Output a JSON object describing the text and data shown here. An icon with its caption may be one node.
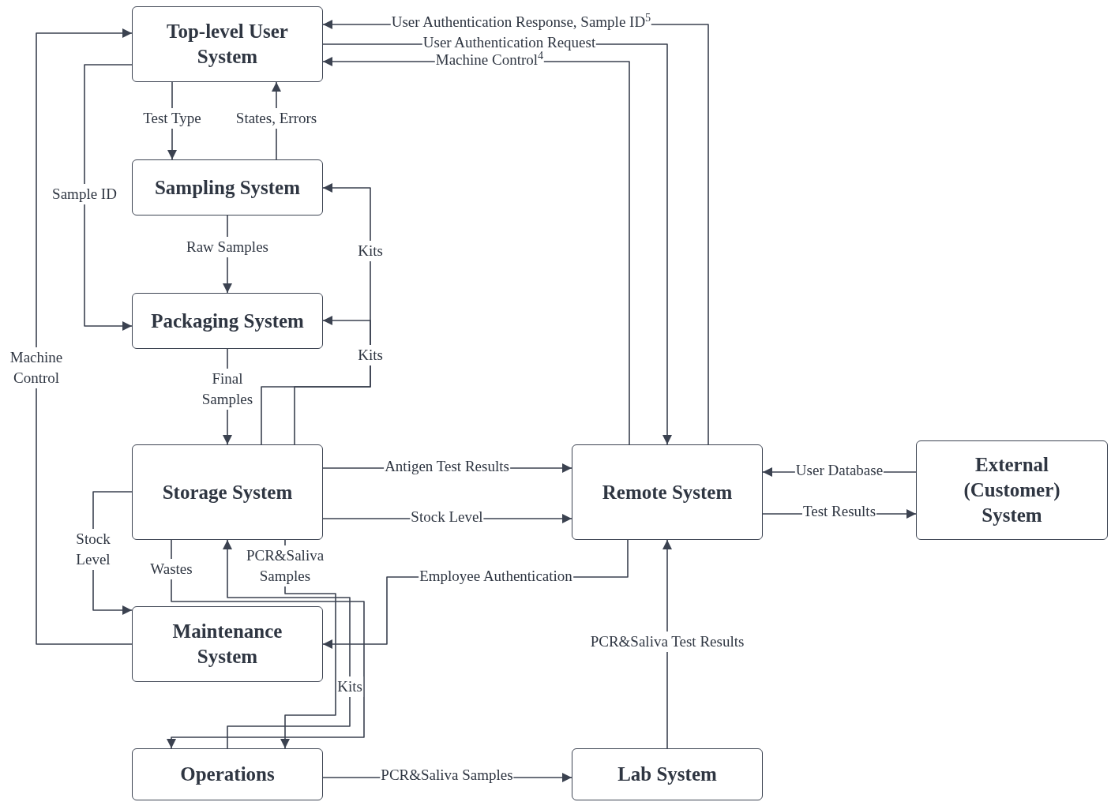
{
  "diagram": {
    "nodes": [
      {
        "text": [
          "Top-level User System"
        ]
      },
      {
        "text": [
          "Sampling System"
        ]
      },
      {
        "text": [
          "Packaging System"
        ]
      },
      {
        "text": [
          "Storage System"
        ]
      },
      {
        "text": [
          "Maintenance System"
        ]
      },
      {
        "text": [
          "Operations"
        ]
      },
      {
        "text": [
          "Remote System"
        ]
      },
      {
        "text": [
          "External (Customer) System"
        ]
      },
      {
        "text": [
          "Lab System"
        ]
      }
    ],
    "edges": [
      {
        "from": 6,
        "to": 0,
        "arrow": "to",
        "label": "User Authentication Response, Sample ID$^{5}$"
      },
      {
        "from": 0,
        "to": 6,
        "arrow": "to",
        "label": "User Authentication Request"
      },
      {
        "from": 6,
        "to": 0,
        "arrow": "to",
        "label": "Machine Control$^{4}$"
      },
      {
        "from": 0,
        "to": 1,
        "arrow": "to",
        "label": "Test Type"
      },
      {
        "from": 1,
        "to": 0,
        "arrow": "to",
        "label": "States, Errors"
      },
      {
        "from": 0,
        "to": 2,
        "arrow": "to",
        "label": "Sample ID"
      },
      {
        "from": 4,
        "to": 0,
        "arrow": "to",
        "label": "Machine Control"
      },
      {
        "from": 1,
        "to": 2,
        "arrow": "to",
        "label": "Raw Samples"
      },
      {
        "from": 3,
        "to": 1,
        "arrow": "to",
        "label": "Kits"
      },
      {
        "from": 3,
        "to": 2,
        "arrow": "to",
        "label": "Kits"
      },
      {
        "from": 2,
        "to": 3,
        "arrow": "to",
        "label": "Final Samples"
      },
      {
        "from": 3,
        "to": 6,
        "arrow": "to",
        "label": "Antigen Test Results"
      },
      {
        "from": 3,
        "to": 6,
        "arrow": "to",
        "label": "Stock Level"
      },
      {
        "from": 3,
        "to": 4,
        "arrow": "to",
        "label": "Stock Level"
      },
      {
        "from": 3,
        "to": 5,
        "arrow": "to",
        "label": "Wastes"
      },
      {
        "from": 5,
        "to": 3,
        "arrow": "to",
        "label": "Kits"
      },
      {
        "from": 3,
        "to": 5,
        "arrow": "to",
        "label": "PCR&Saliva Samples"
      },
      {
        "from": 6,
        "to": 4,
        "arrow": "to",
        "label": "Employee Authentication"
      },
      {
        "from": 8,
        "to": 6,
        "arrow": "to",
        "label": "PCR&Saliva Test Results"
      },
      {
        "from": 7,
        "to": 6,
        "arrow": "to",
        "label": "User Database"
      },
      {
        "from": 6,
        "to": 7,
        "arrow": "to",
        "label": "Test Results"
      },
      {
        "from": 5,
        "to": 8,
        "arrow": "to",
        "label": "PCR&Saliva Samples"
      }
    ]
  }
}
